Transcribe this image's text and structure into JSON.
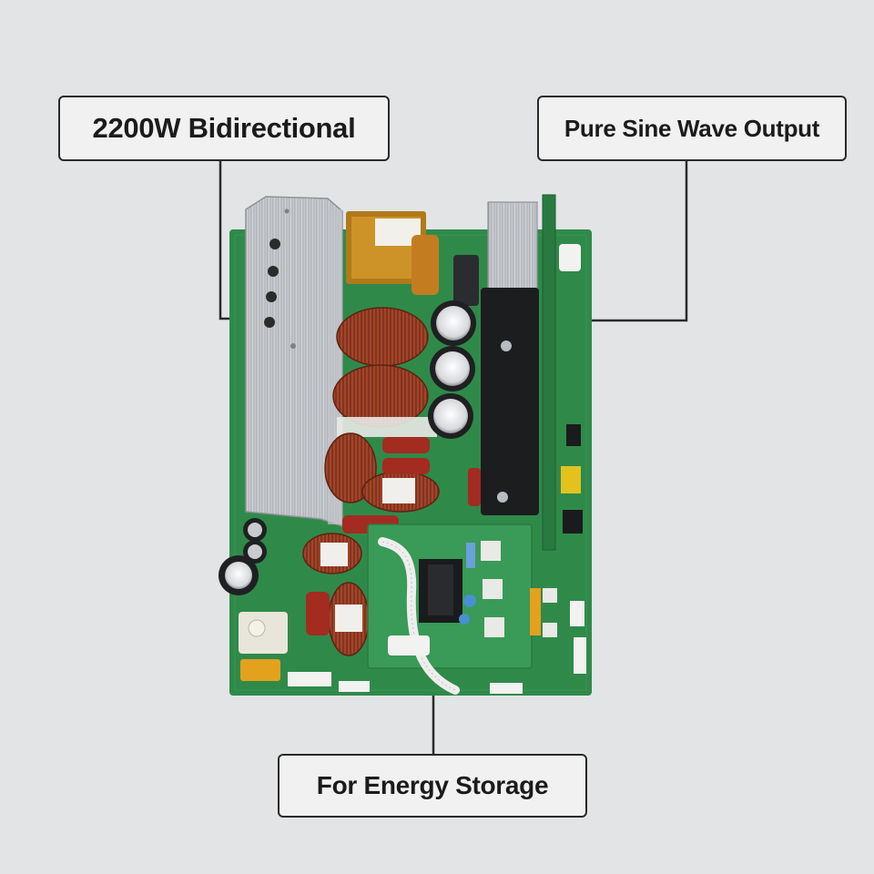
{
  "callouts": {
    "top_left": "2200W Bidirectional",
    "top_right": "Pure Sine Wave Output",
    "bottom": "For Energy Storage"
  },
  "colors": {
    "background": "#e3e4e6",
    "pcb_green": "#2f8a4a",
    "heatsink": "#c9ccd0",
    "copper_coil": "#9c3d22",
    "callout_border": "#2a2a2a"
  }
}
